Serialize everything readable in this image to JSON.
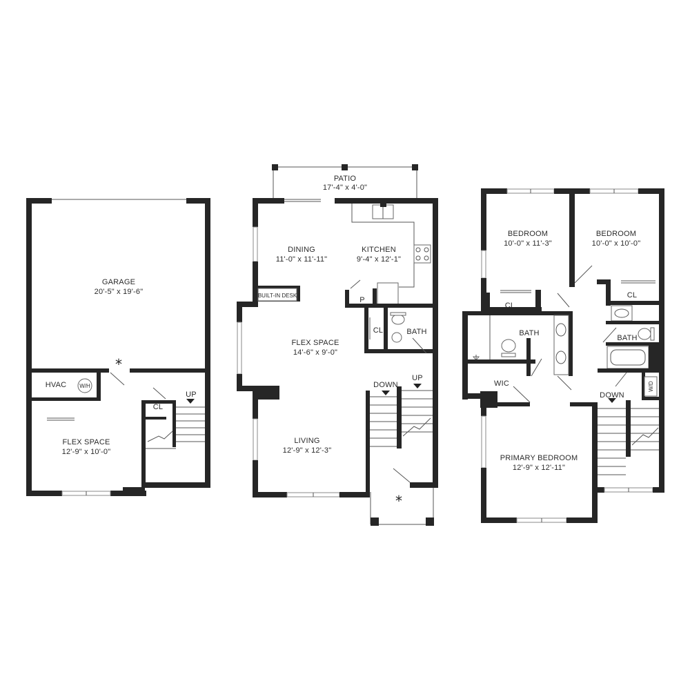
{
  "floors": {
    "lower": {
      "garage": {
        "name": "GARAGE",
        "dims": "20'-5\" x 19'-6\""
      },
      "hvac": {
        "name": "HVAC"
      },
      "water_heater": {
        "name": "W/H"
      },
      "flex": {
        "name": "FLEX SPACE",
        "dims": "12'-9\" x 10'-0\""
      },
      "closet": {
        "name": "CL"
      },
      "stairs_up": {
        "name": "UP"
      },
      "entry_mark": "*"
    },
    "main": {
      "patio": {
        "name": "PATIO",
        "dims": "17'-4\" x 4'-0\""
      },
      "dining": {
        "name": "DINING",
        "dims": "11'-0\" x 11'-11\""
      },
      "kitchen": {
        "name": "KITCHEN",
        "dims": "9'-4\" x 12'-1\""
      },
      "desk": {
        "name": "BUILT-IN DESK"
      },
      "pantry": {
        "name": "P"
      },
      "closet": {
        "name": "CL"
      },
      "bath": {
        "name": "BATH"
      },
      "flex": {
        "name": "FLEX SPACE",
        "dims": "14'-6\" x 9'-0\""
      },
      "stairs_down": {
        "name": "DOWN"
      },
      "stairs_up": {
        "name": "UP"
      },
      "living": {
        "name": "LIVING",
        "dims": "12'-9\" x 12'-3\""
      },
      "entry_mark": "*"
    },
    "upper": {
      "bedroom1": {
        "name": "BEDROOM",
        "dims": "10'-0\" x 11'-3\""
      },
      "bedroom2": {
        "name": "BEDROOM",
        "dims": "10'-0\" x 10'-0\""
      },
      "closet1": {
        "name": "CL"
      },
      "closet2": {
        "name": "CL"
      },
      "bath1": {
        "name": "BATH"
      },
      "bath2": {
        "name": "BATH"
      },
      "wic": {
        "name": "WIC"
      },
      "laundry": {
        "name": "W/D"
      },
      "stairs_down": {
        "name": "DOWN"
      },
      "primary": {
        "name": "PRIMARY BEDROOM",
        "dims": "12'-9\" x 12'-11\""
      }
    }
  }
}
